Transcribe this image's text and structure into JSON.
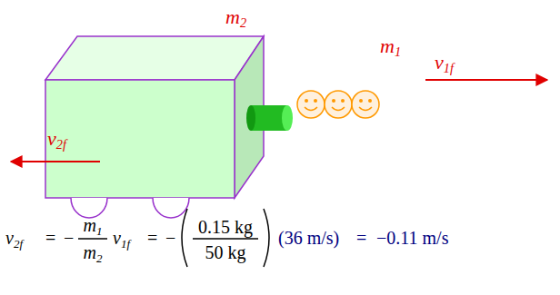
{
  "diagram": {
    "labels": [
      "m2",
      "m1",
      "v1f",
      "v2f",
      "v2f",
      "=",
      "−",
      "m1",
      "m2",
      "v1f",
      "=",
      "−",
      "0.15 kg",
      "50 kg",
      "(36 m/s)",
      "=",
      "−0.11 m/s"
    ]
  }
}
